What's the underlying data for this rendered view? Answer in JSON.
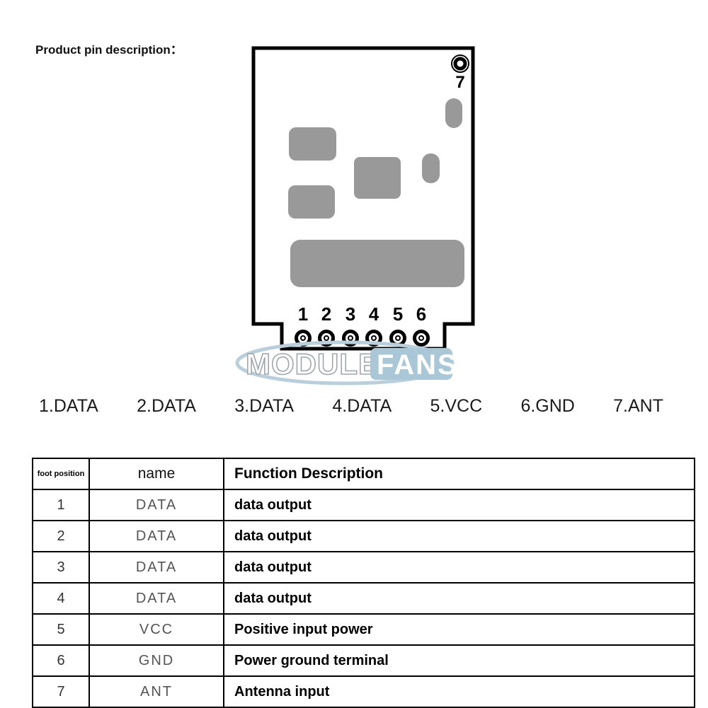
{
  "title": "Product pin description：",
  "module": {
    "pin7": {
      "number": "7"
    },
    "bottom_pin_numbers": [
      "1",
      "2",
      "3",
      "4",
      "5",
      "6"
    ],
    "watermark": {
      "module_text": "MODULE",
      "fans_text": "FANS"
    }
  },
  "pin_labels": [
    "1.DATA",
    "2.DATA",
    "3.DATA",
    "4.DATA",
    "5.VCC",
    "6.GND",
    "7.ANT"
  ],
  "table": {
    "headers": {
      "foot_position": "foot position",
      "name": "name",
      "function": "Function Description"
    },
    "rows": [
      {
        "pin": "1",
        "name": "DATA",
        "desc": "data output"
      },
      {
        "pin": "2",
        "name": "DATA",
        "desc": "data output"
      },
      {
        "pin": "3",
        "name": "DATA",
        "desc": "data output"
      },
      {
        "pin": "4",
        "name": "DATA",
        "desc": "data output"
      },
      {
        "pin": "5",
        "name": "VCC",
        "desc": "Positive input power"
      },
      {
        "pin": "6",
        "name": "GND",
        "desc": "Power ground terminal"
      },
      {
        "pin": "7",
        "name": "ANT",
        "desc": "Antenna input"
      }
    ]
  },
  "colors": {
    "pad_gray": "#999999",
    "outline_black": "#000000",
    "watermark_blue": "#a9c7d6",
    "watermark_outline_gray": "#9fa8ae",
    "watermark_swoosh": "#b9cfdb"
  }
}
